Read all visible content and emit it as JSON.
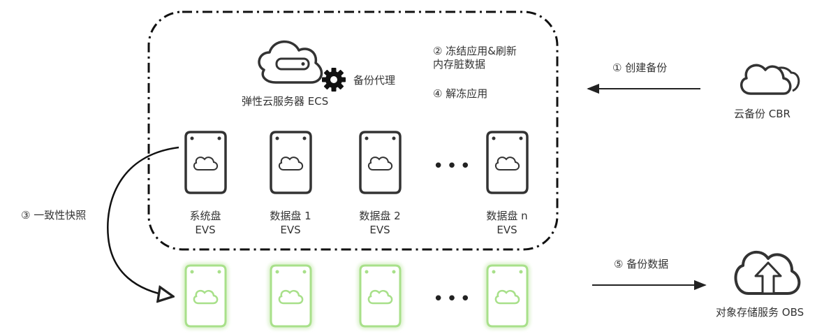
{
  "ecs": {
    "label": "弹性云服务器 ECS",
    "agent_label": "备份代理"
  },
  "steps": {
    "step2_line1": "② 冻结应用&刷新",
    "step2_line2": "内存脏数据",
    "step4": "④ 解冻应用",
    "step1": "① 创建备份",
    "step3": "③ 一致性快照",
    "step5": "⑤ 备份数据"
  },
  "cbr": {
    "label": "云备份 CBR"
  },
  "obs": {
    "label": "对象存储服务 OBS"
  },
  "disks": [
    {
      "name": "系统盘",
      "type": "EVS"
    },
    {
      "name": "数据盘 1",
      "type": "EVS"
    },
    {
      "name": "数据盘 2",
      "type": "EVS"
    },
    {
      "name": "数据盘 n",
      "type": "EVS"
    }
  ],
  "ellipsis": "•••",
  "colors": {
    "stroke": "#333333",
    "snapshot_green": "#a8e08a",
    "snapshot_glow": "#dff3d2"
  }
}
